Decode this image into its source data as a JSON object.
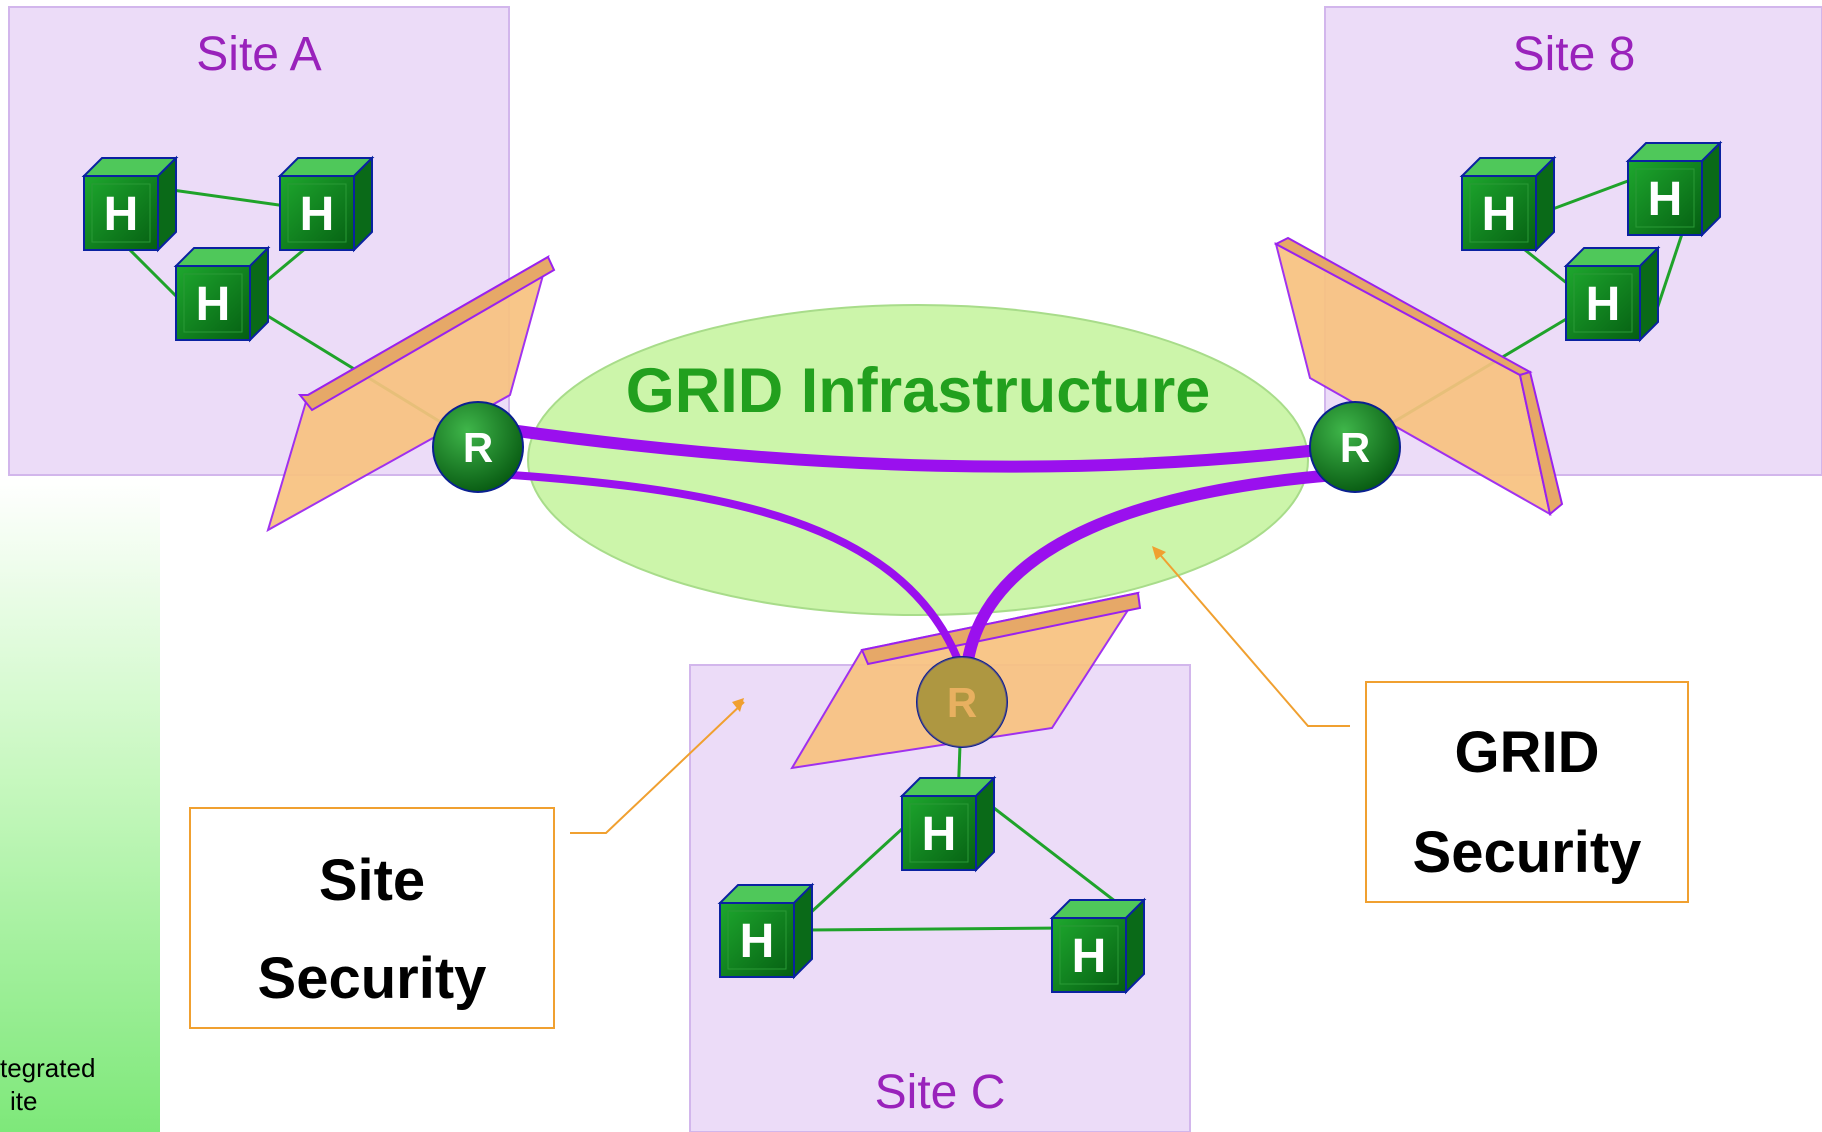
{
  "sites": {
    "a": {
      "label": "Site A"
    },
    "b": {
      "label": "Site 8"
    },
    "c": {
      "label": "Site C"
    }
  },
  "grid": {
    "title": "GRID Infrastructure"
  },
  "host_letter": "H",
  "router_letter": "R",
  "callouts": {
    "site_security": {
      "line1": "Site",
      "line2": "Security"
    },
    "grid_security": {
      "line1": "GRID",
      "line2": "Security"
    }
  },
  "side_text": {
    "line1": "tegrated",
    "line2": "ite",
    "line3": ""
  },
  "colors": {
    "site_fill": "#ecdcf8",
    "site_border": "#d2b6ec",
    "grid_ellipse": "#ccf5aa",
    "firewall": "#f8c280",
    "link_purple": "#9a10ee",
    "host_green": "#0b8a1c",
    "callout_border": "#f0a030"
  }
}
